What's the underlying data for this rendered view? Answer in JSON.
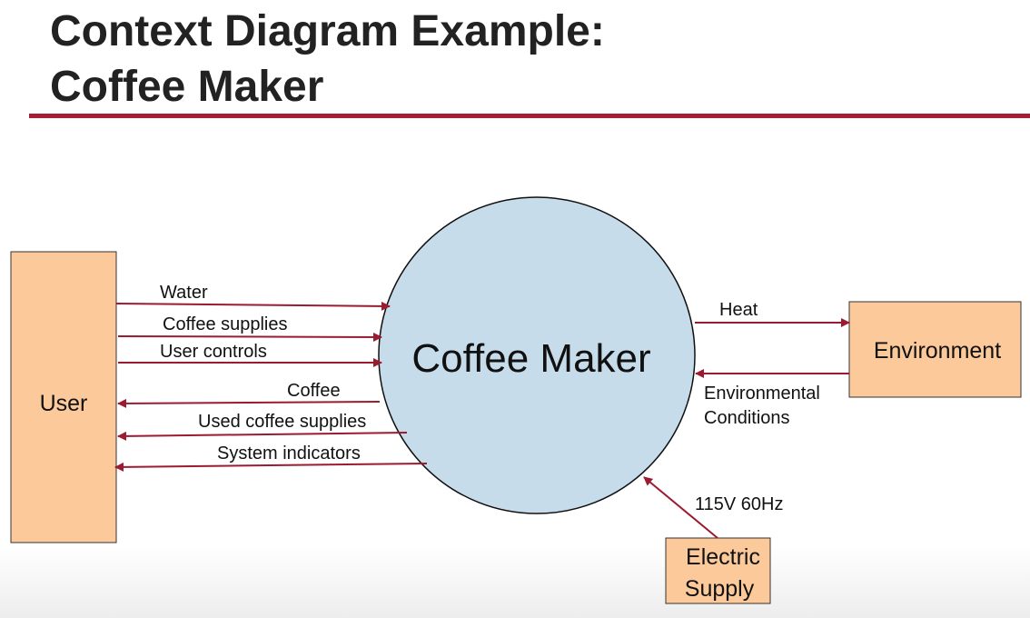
{
  "title": {
    "line1": "Context Diagram Example:",
    "line2": "Coffee Maker"
  },
  "process": {
    "label": "Coffee Maker"
  },
  "entities": {
    "user": "User",
    "environment": "Environment",
    "electric_supply_line1": "Electric",
    "electric_supply_line2": "Supply"
  },
  "flows": {
    "water": "Water",
    "coffee_supplies": "Coffee supplies",
    "user_controls": "User controls",
    "coffee": "Coffee",
    "used_coffee_supplies": "Used coffee supplies",
    "system_indicators": "System indicators",
    "heat": "Heat",
    "env_conditions_line1": "Environmental",
    "env_conditions_line2": "Conditions",
    "power": "115V 60Hz"
  },
  "colors": {
    "accent": "#a51e36",
    "flow_line": "#9b1b30",
    "entity_fill": "#fcc99b",
    "process_fill": "#c7dcea"
  }
}
